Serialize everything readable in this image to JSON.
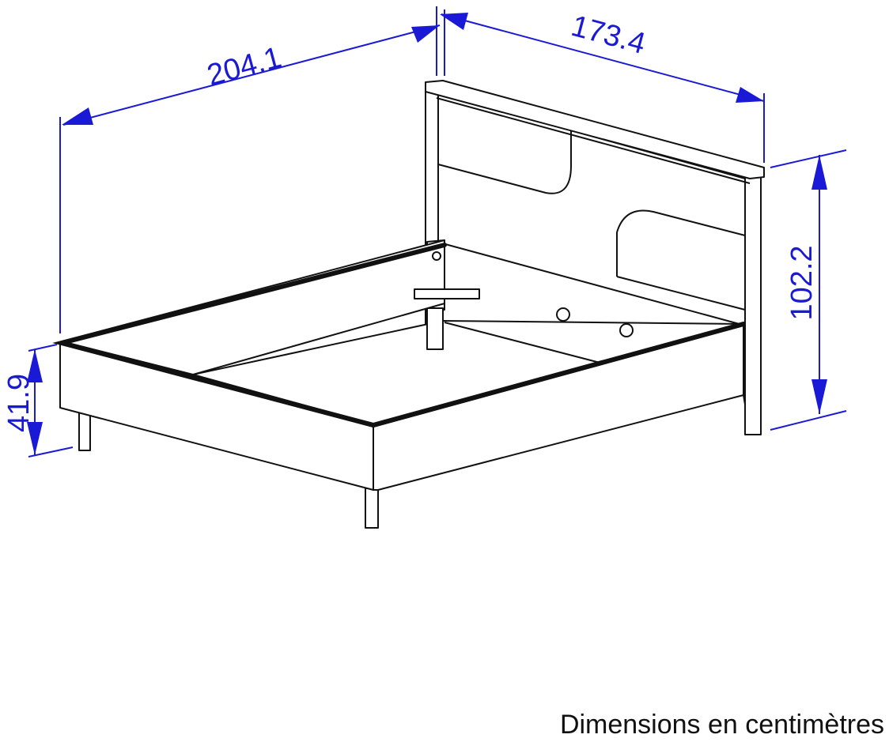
{
  "dimensions": {
    "length": "204.1",
    "width": "173.4",
    "headboard_height": "102.2",
    "frame_height": "41.9"
  },
  "caption": "Dimensions en centimètres",
  "colors": {
    "dimension": "#1a1ad6",
    "outline": "#111111",
    "background": "#ffffff"
  }
}
